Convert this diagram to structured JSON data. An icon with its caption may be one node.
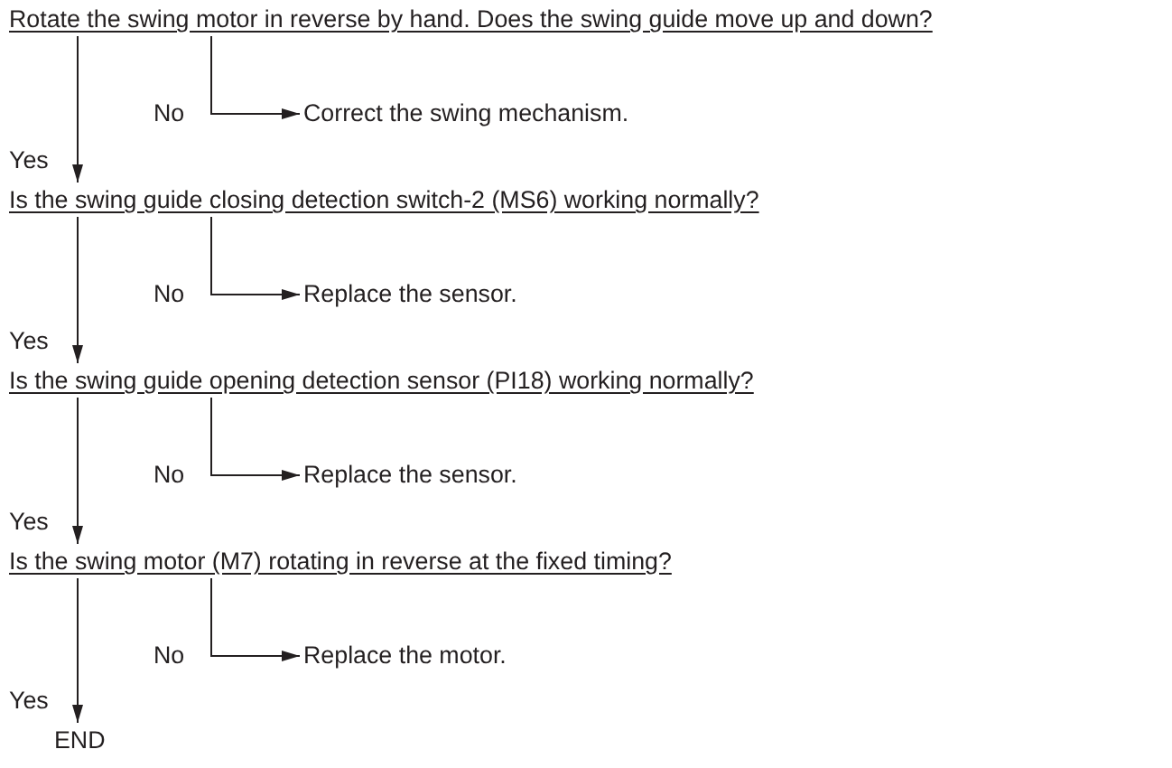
{
  "diagram": {
    "nodes": [
      {
        "text": [
          "Rotate the swing motor in reverse by hand.  Does the swing guide move up and down?"
        ]
      },
      {
        "text": [
          "Correct the swing mechanism."
        ]
      },
      {
        "text": [
          "Is the swing guide closing detection switch-2 (MS6) working normally?"
        ]
      },
      {
        "text": [
          "Replace the sensor."
        ]
      },
      {
        "text": [
          "Is the swing guide opening detection sensor (PI18) working normally?"
        ]
      },
      {
        "text": [
          "Replace the sensor."
        ]
      },
      {
        "text": [
          "Is the swing motor (M7) rotating in reverse at the fixed timing?"
        ]
      },
      {
        "text": [
          "Replace the motor."
        ]
      },
      {
        "text": [
          "END"
        ]
      }
    ],
    "edges": [
      {
        "from": 0,
        "to": 1,
        "arrow": "to",
        "label": "No"
      },
      {
        "from": 0,
        "to": 2,
        "arrow": "to",
        "label": "Yes"
      },
      {
        "from": 2,
        "to": 3,
        "arrow": "to",
        "label": "No"
      },
      {
        "from": 2,
        "to": 4,
        "arrow": "to",
        "label": "Yes"
      },
      {
        "from": 4,
        "to": 5,
        "arrow": "to",
        "label": "No"
      },
      {
        "from": 4,
        "to": 6,
        "arrow": "to",
        "label": "Yes"
      },
      {
        "from": 6,
        "to": 7,
        "arrow": "to",
        "label": "No"
      },
      {
        "from": 6,
        "to": 8,
        "arrow": "to",
        "label": "Yes"
      }
    ]
  }
}
